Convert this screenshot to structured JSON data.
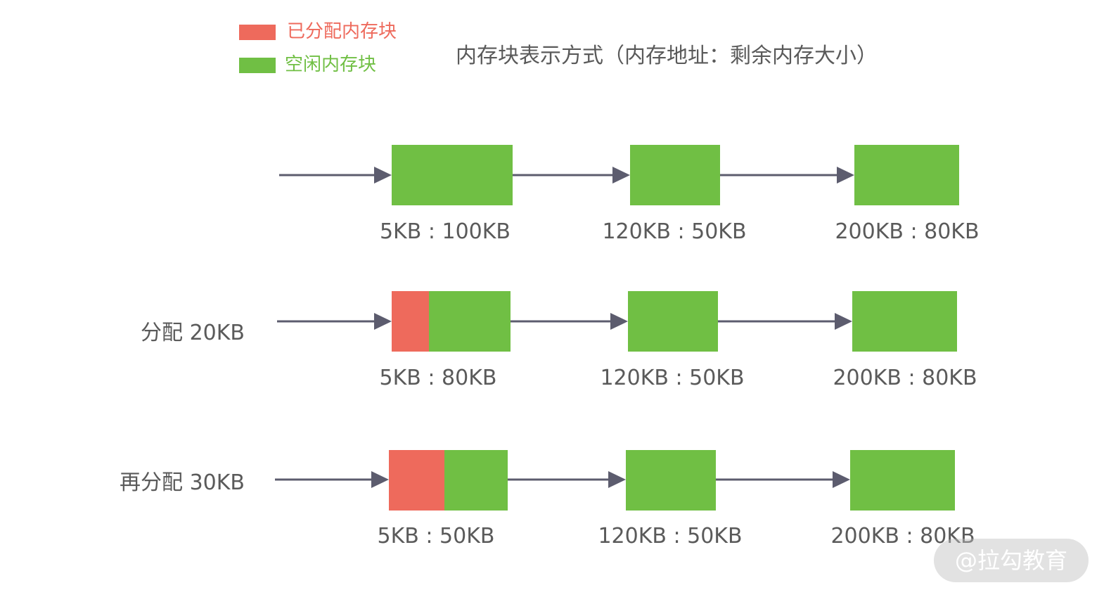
{
  "legend": {
    "allocated_label": "已分配内存块",
    "free_label": "空闲内存块",
    "allocated_color": "#ee6a5c",
    "free_color": "#70bf44"
  },
  "title": "内存块表示方式（内存地址：剩余内存大小）",
  "colors": {
    "arrow": "#5c5c6e",
    "text": "#5a5a5a"
  },
  "rows": [
    {
      "label": "",
      "blocks": [
        {
          "text": "5KB : 100KB",
          "allocated": 0
        },
        {
          "text": "120KB : 50KB",
          "allocated": 0
        },
        {
          "text": "200KB : 80KB",
          "allocated": 0
        }
      ]
    },
    {
      "label": "分配 20KB",
      "blocks": [
        {
          "text": "5KB : 80KB",
          "allocated": 20
        },
        {
          "text": "120KB : 50KB",
          "allocated": 0
        },
        {
          "text": "200KB : 80KB",
          "allocated": 0
        }
      ]
    },
    {
      "label": "再分配 30KB",
      "blocks": [
        {
          "text": "5KB : 50KB",
          "allocated": 30
        },
        {
          "text": "120KB : 50KB",
          "allocated": 0
        },
        {
          "text": "200KB : 80KB",
          "allocated": 0
        }
      ]
    }
  ],
  "watermark": "@拉勾教育"
}
